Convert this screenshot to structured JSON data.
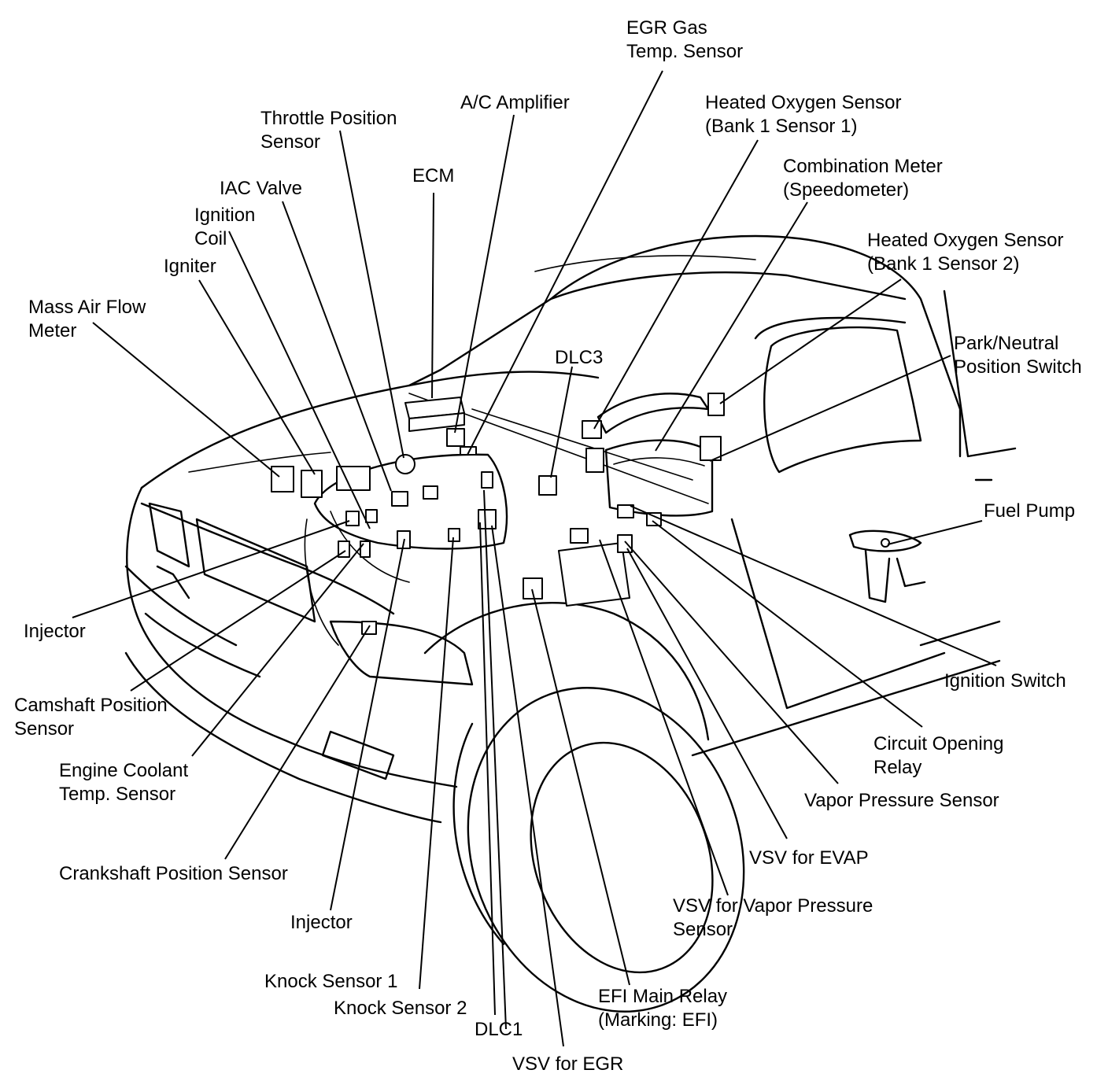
{
  "labels": {
    "egr_gas_temp_sensor": "EGR Gas\nTemp. Sensor",
    "ac_amplifier": "A/C Amplifier",
    "heated_o2_bank1_sensor1": "Heated Oxygen Sensor\n(Bank 1 Sensor 1)",
    "throttle_position_sensor": "Throttle Position\nSensor",
    "ecm": "ECM",
    "combination_meter": "Combination Meter\n(Speedometer)",
    "iac_valve": "IAC Valve",
    "ignition_coil": "Ignition\nCoil",
    "igniter": "Igniter",
    "heated_o2_bank1_sensor2": "Heated Oxygen Sensor\n(Bank 1 Sensor 2)",
    "mass_air_flow_meter": "Mass Air Flow\nMeter",
    "park_neutral_switch": "Park/Neutral\nPosition Switch",
    "dlc3": "DLC3",
    "fuel_pump": "Fuel Pump",
    "injector_left": "Injector",
    "ignition_switch": "Ignition Switch",
    "camshaft_position_sensor": "Camshaft Position\nSensor",
    "circuit_opening_relay": "Circuit Opening\nRelay",
    "engine_coolant_temp_sensor": "Engine Coolant\nTemp. Sensor",
    "vapor_pressure_sensor": "Vapor Pressure Sensor",
    "vsv_for_evap": "VSV for EVAP",
    "crankshaft_position_sensor": "Crankshaft Position Sensor",
    "vsv_for_vapor_pressure_sensor": "VSV for Vapor Pressure\nSensor",
    "injector_bottom": "Injector",
    "knock_sensor_1": "Knock Sensor 1",
    "knock_sensor_2": "Knock Sensor 2",
    "efi_main_relay": "EFI Main Relay\n(Marking: EFI)",
    "dlc1": "DLC1",
    "vsv_for_egr": "VSV for EGR"
  }
}
